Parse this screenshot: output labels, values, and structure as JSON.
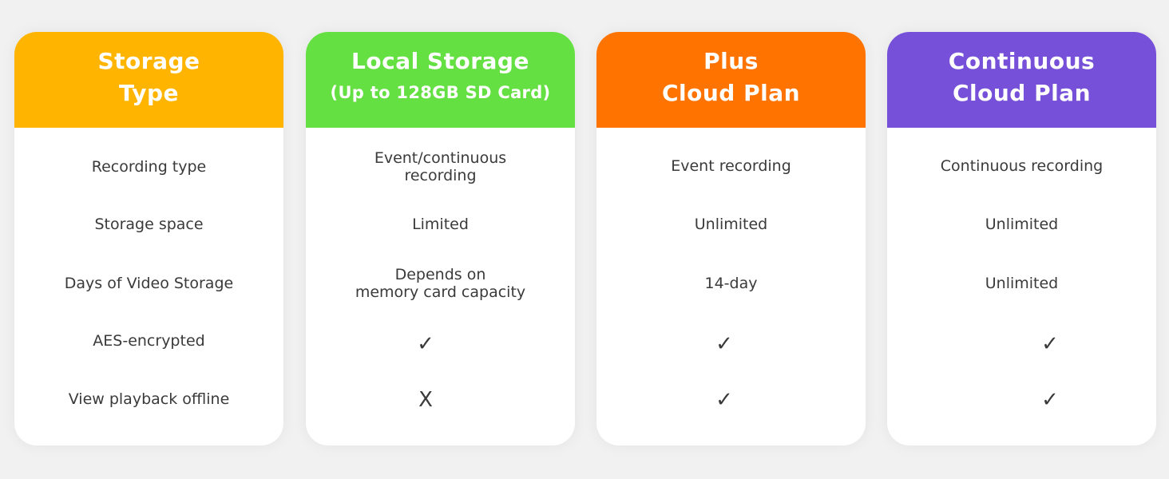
{
  "columns": [
    {
      "header": [
        "Storage",
        "Type"
      ],
      "header_style": "title",
      "color": "#FFB400",
      "rows": [
        "Recording type",
        "Storage space",
        "Days of Video Storage",
        "AES-encrypted",
        "View playback offline"
      ]
    },
    {
      "header": [
        "Local Storage",
        "(Up to 128GB SD Card)"
      ],
      "header_style": "title-sub",
      "color": "#64E043",
      "rows": [
        "Event/continuous\nrecording",
        "Limited",
        "Depends on\nmemory card capacity"
      ],
      "marks": [
        {
          "symbol": "✓",
          "name": "check-icon"
        },
        {
          "symbol": "X",
          "name": "cross-icon"
        }
      ]
    },
    {
      "header": [
        "Plus",
        "Cloud Plan"
      ],
      "header_style": "title",
      "color": "#FF7300",
      "rows": [
        "Event recording",
        "Unlimited",
        "14-day"
      ],
      "marks": [
        {
          "symbol": "✓",
          "name": "check-icon"
        },
        {
          "symbol": "✓",
          "name": "check-icon"
        }
      ]
    },
    {
      "header": [
        "Continuous",
        "Cloud Plan"
      ],
      "header_style": "title",
      "color": "#7650D8",
      "rows": [
        "Continuous recording",
        "Unlimited",
        "Unlimited"
      ],
      "marks": [
        {
          "symbol": "✓",
          "name": "check-icon"
        },
        {
          "symbol": "✓",
          "name": "check-icon"
        }
      ]
    }
  ]
}
